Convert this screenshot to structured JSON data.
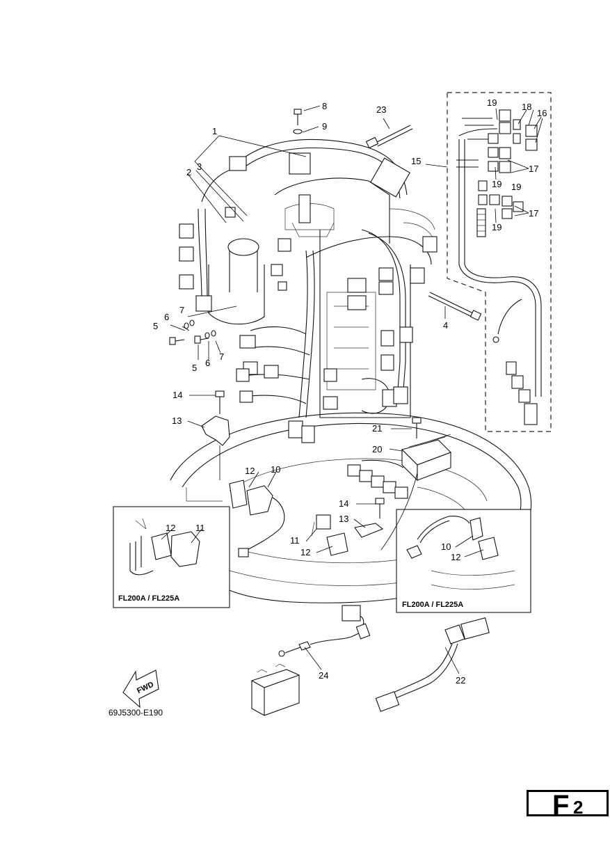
{
  "diagram": {
    "callouts": {
      "c1": "1",
      "c2": "2",
      "c3": "3",
      "c4": "4",
      "c5a": "5",
      "c5b": "5",
      "c6a": "6",
      "c6b": "6",
      "c7a": "7",
      "c7b": "7",
      "c8": "8",
      "c9": "9",
      "c10a": "10",
      "c10b": "10",
      "c11a": "11",
      "c11b": "11",
      "c12a": "12",
      "c12b": "12",
      "c12c": "12",
      "c12d": "12",
      "c13a": "13",
      "c13b": "13",
      "c14a": "14",
      "c14b": "14",
      "c15": "15",
      "c16": "16",
      "c17a": "17",
      "c17b": "17",
      "c18": "18",
      "c19a": "19",
      "c19b": "19",
      "c19c": "19",
      "c19d": "19",
      "c20": "20",
      "c21": "21",
      "c22": "22",
      "c23": "23",
      "c24": "24"
    },
    "inset_left_caption": "FL200A / FL225A",
    "inset_right_caption": "FL200A / FL225A",
    "fwd_label": "FWD",
    "drawing_code": "69J5300-E190"
  },
  "page_badge": {
    "letter": "F",
    "number": "2"
  }
}
